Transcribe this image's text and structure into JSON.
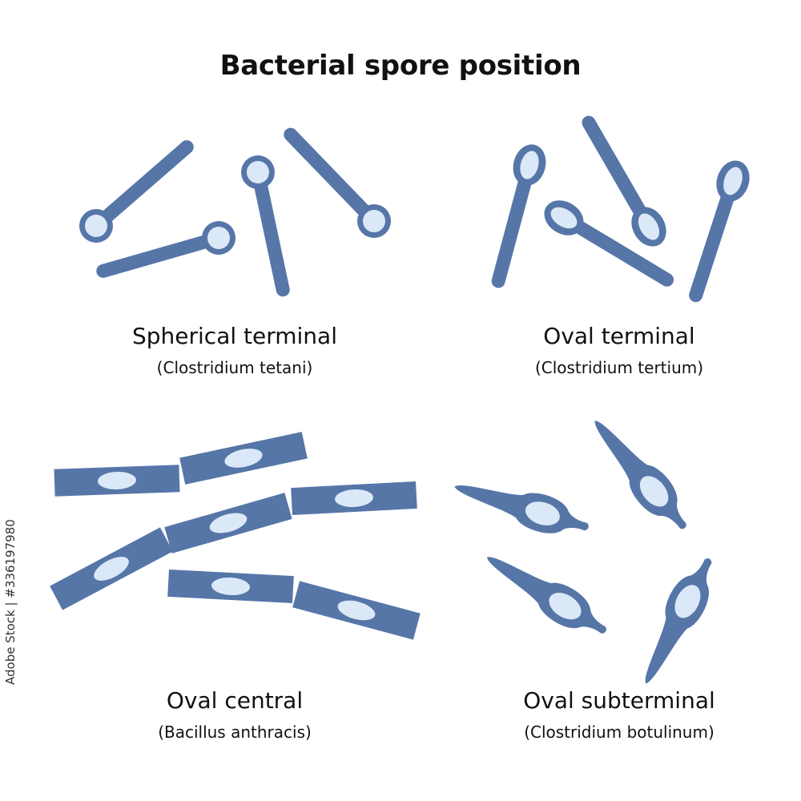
{
  "title": "Bacterial spore position",
  "panels": [
    {
      "name": "Spherical terminal",
      "species": "(Clostridium tetani)"
    },
    {
      "name": "Oval terminal",
      "species": "(Clostridium tertium)"
    },
    {
      "name": "Oval central",
      "species": "(Bacillus anthracis)"
    },
    {
      "name": "Oval subterminal",
      "species": "(Clostridium botulinum)"
    }
  ],
  "stock_id": "Adobe Stock | #336197980",
  "colors": {
    "cell": "#5676a8",
    "spore": "#dbe8f8",
    "text": "#111111"
  }
}
